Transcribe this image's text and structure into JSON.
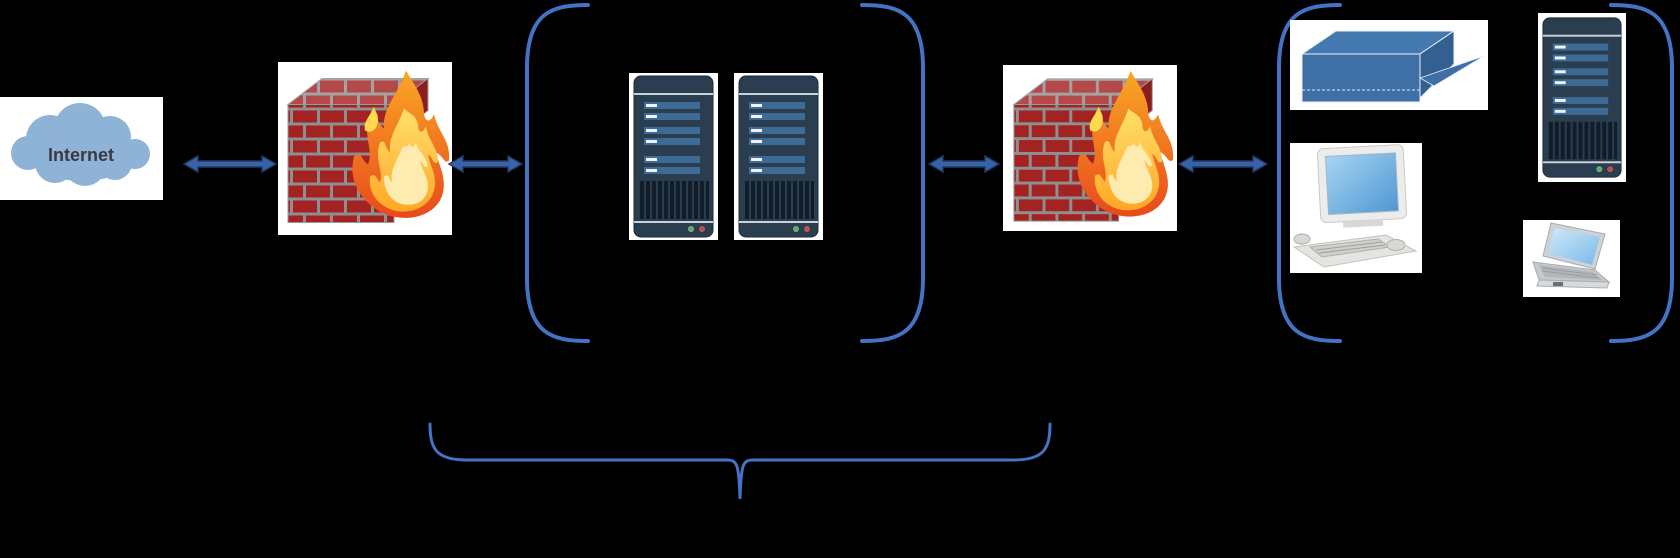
{
  "diagram": {
    "type": "network-security-architecture",
    "background": "#000000",
    "nodes": {
      "internet": {
        "label": "Internet",
        "icon": "cloud-icon"
      },
      "external_firewall": {
        "icon": "firewall-icon"
      },
      "dmz": {
        "icon": "server-tower-icon",
        "server_count": 2,
        "grouping": "rounded-bracket-pair"
      },
      "internal_firewall": {
        "icon": "firewall-icon"
      },
      "internal_network": {
        "grouping": "rounded-bracket-pair",
        "devices": [
          "printer-icon",
          "desktop-computer-icon",
          "server-tower-icon",
          "laptop-icon"
        ]
      }
    },
    "connections": [
      {
        "from": "internet",
        "to": "external_firewall",
        "style": "double-headed-arrow"
      },
      {
        "from": "external_firewall",
        "to": "dmz",
        "style": "double-headed-arrow"
      },
      {
        "from": "dmz",
        "to": "internal_firewall",
        "style": "double-headed-arrow"
      },
      {
        "from": "internal_firewall",
        "to": "internal_network",
        "style": "double-headed-arrow"
      }
    ],
    "annotations": [
      {
        "shape": "brace-pointing-down",
        "spans": "external_firewall-to-internal_firewall",
        "label": ""
      }
    ],
    "colors": {
      "bracket_blue": "#4472C4",
      "arrow_fill": "#3A62A8",
      "arrow_outline": "#1F3864",
      "cloud_blue": "#8FB3D6",
      "cloud_text": "#3A3A42",
      "brick_red": "#A32222",
      "mortar_gray": "#8F8F8F",
      "flame_orange": "#F08A1E",
      "flame_yellow": "#FFD94F",
      "server_body": "#2B3E50",
      "server_bar_blue": "#3D6B96",
      "led_green": "#6AA878",
      "led_red": "#B05555",
      "device_blue": "#3E6FA5"
    }
  }
}
